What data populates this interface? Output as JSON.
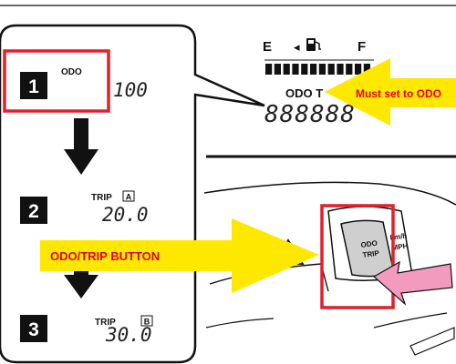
{
  "colors": {
    "highlight_red": "#e0202a",
    "callout_yellow": "#ffe800",
    "callout_text": "#e3001b",
    "press_arrow_pink": "#f29bbf",
    "panel_gray": "#cfcfcf",
    "ink": "#111111"
  },
  "steps": [
    {
      "number": "1",
      "label": "ODO",
      "reading": "100"
    },
    {
      "number": "2",
      "label": "TRIP",
      "sub_label": "A",
      "reading": "20.0"
    },
    {
      "number": "3",
      "label": "TRIP",
      "sub_label": "B",
      "reading": "30.0"
    }
  ],
  "fuel_gauge": {
    "empty_label": "E",
    "full_label": "F",
    "pump_icon": "fuel-pump-icon",
    "side_arrow": "◂"
  },
  "display": {
    "mode_label": "ODO T",
    "digits": "888888"
  },
  "callouts": {
    "top": "Must set to ODO",
    "button": "ODO/TRIP BUTTON"
  },
  "button": {
    "line1": "ODO",
    "line2": "TRIP",
    "unit_top": "km/h",
    "unit_bottom": "MPH"
  }
}
